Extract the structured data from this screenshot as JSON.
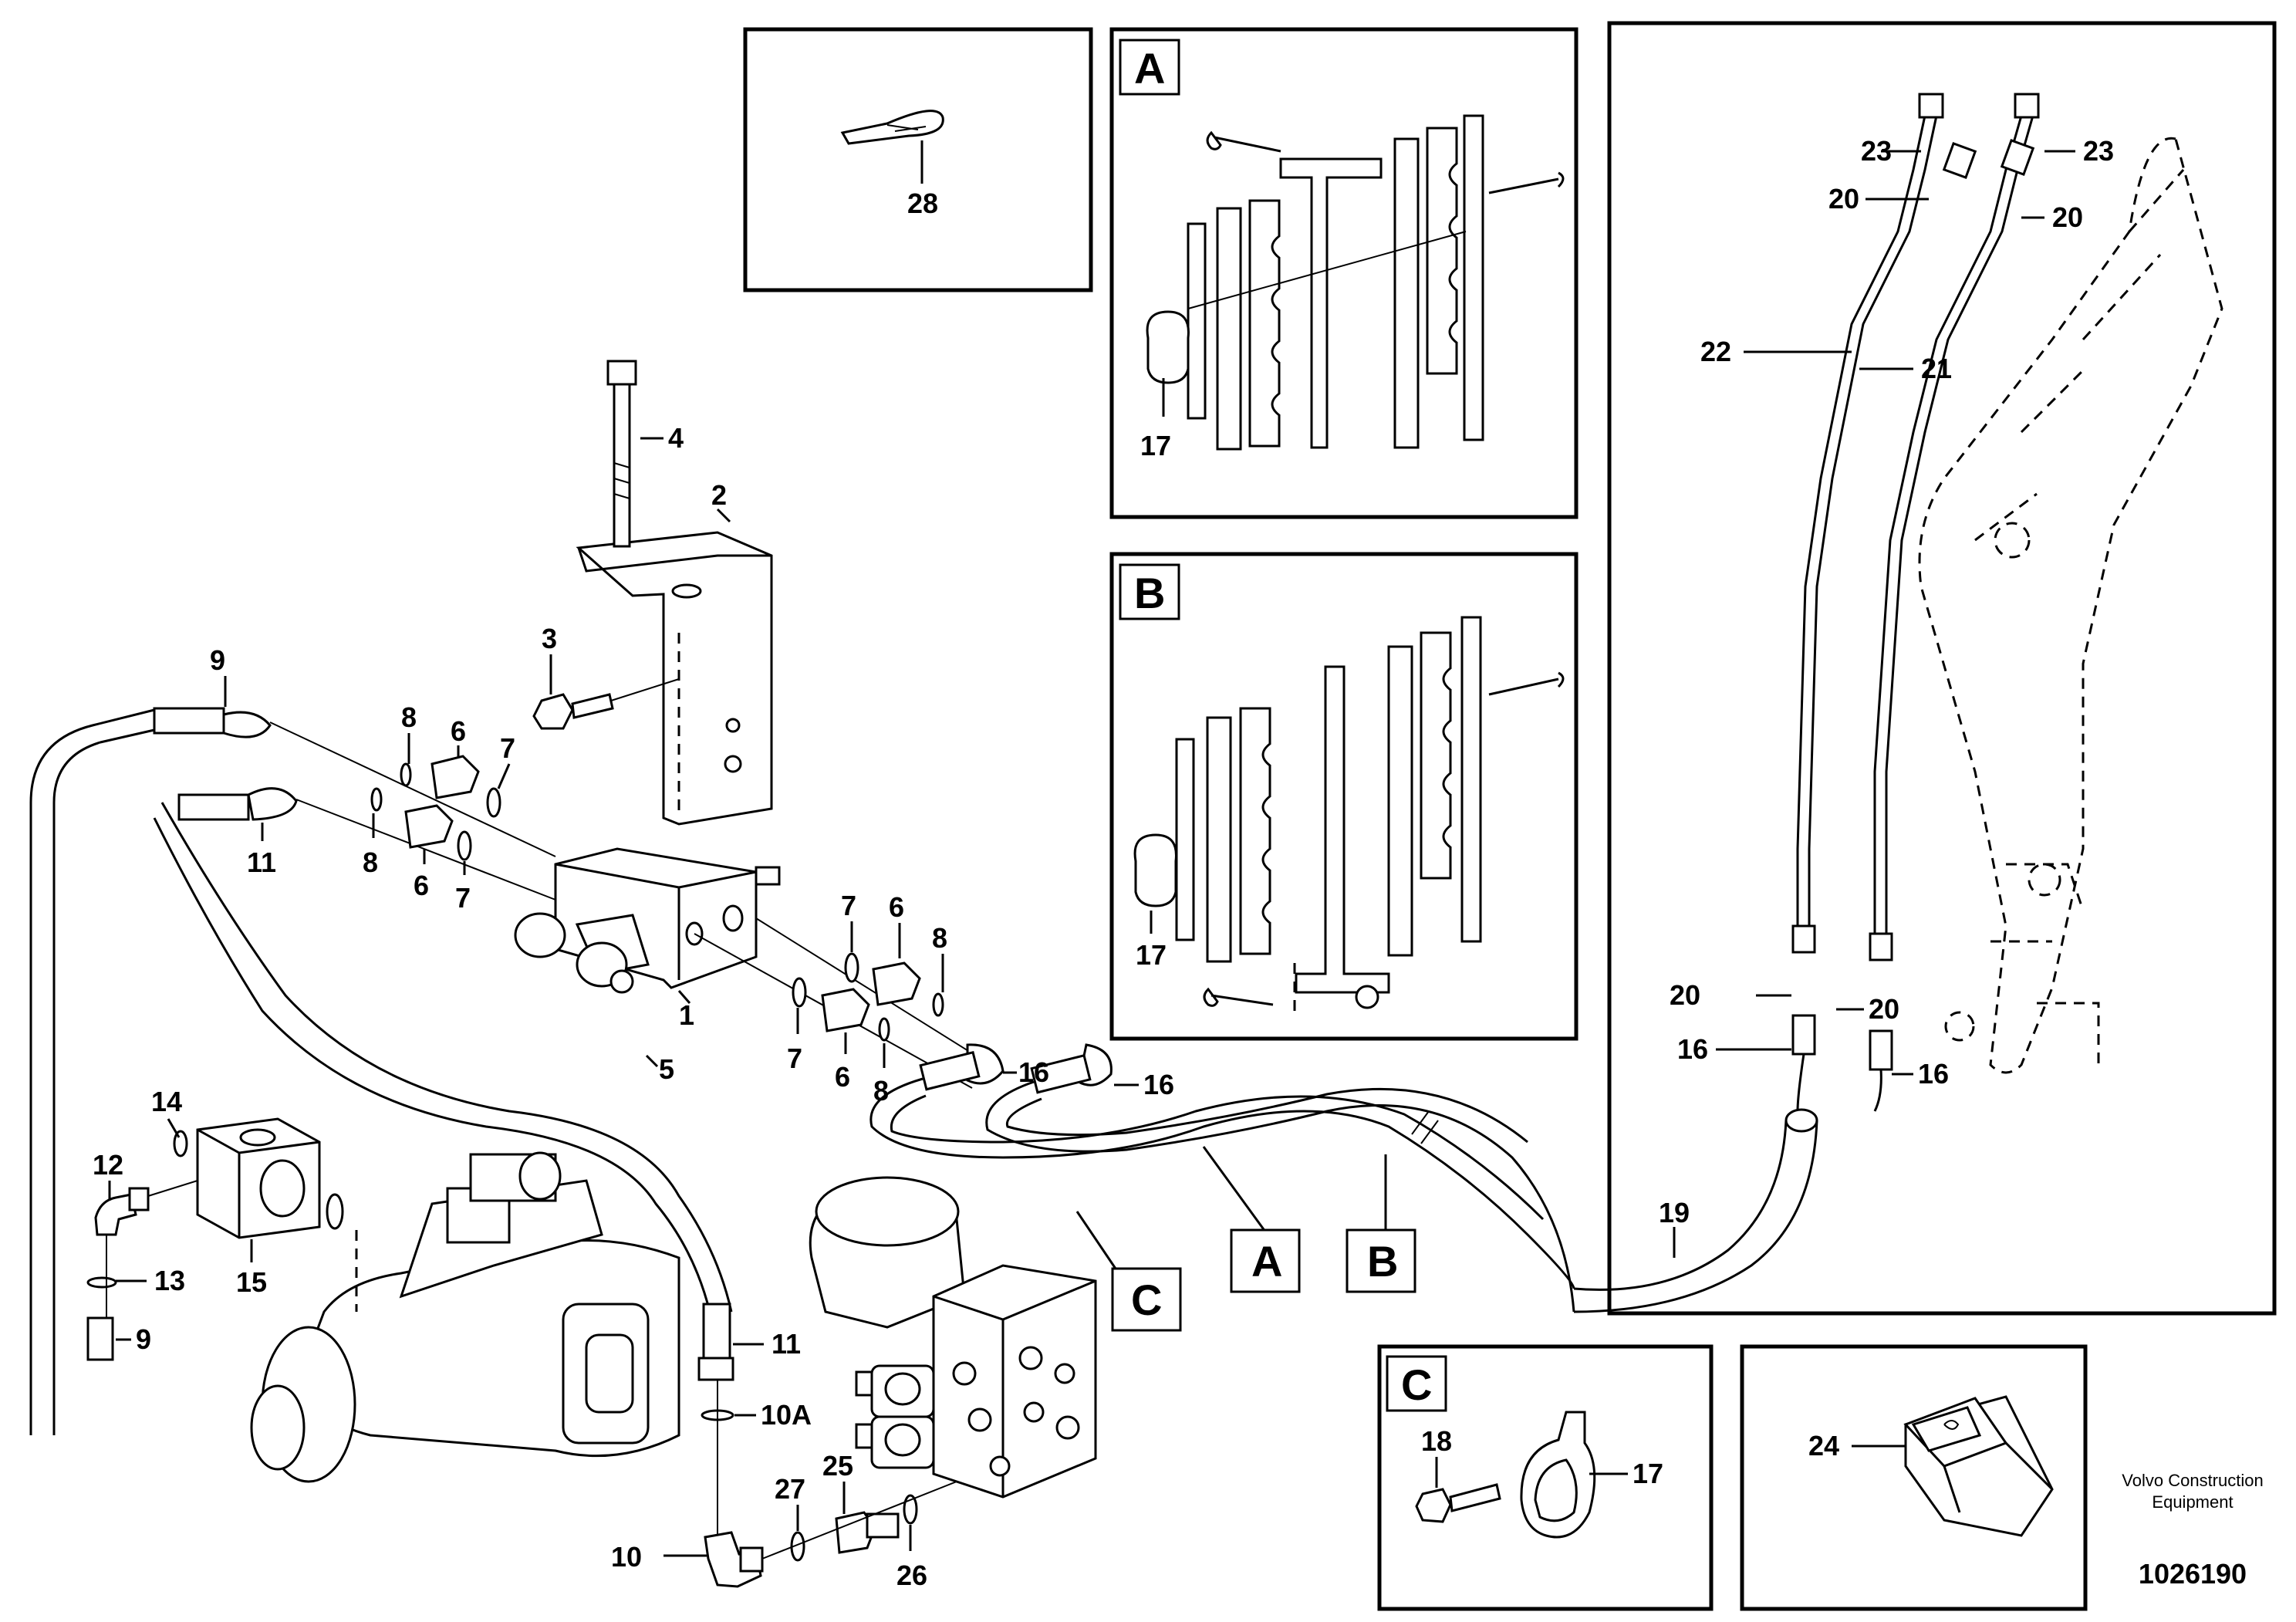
{
  "callouts": {
    "c28": "28",
    "c17a": "17",
    "c17b": "17",
    "c17c": "17",
    "c18": "18",
    "c24": "24",
    "c4": "4",
    "c2": "2",
    "c3": "3",
    "c9a": "9",
    "c9b": "9",
    "c11a": "11",
    "c11b": "11",
    "c8a": "8",
    "c8b": "8",
    "c8c": "8",
    "c8d": "8",
    "c6a": "6",
    "c6b": "6",
    "c6c": "6",
    "c6d": "6",
    "c7a": "7",
    "c7b": "7",
    "c7c": "7",
    "c7d": "7",
    "c1": "1",
    "c5": "5",
    "c16a": "16",
    "c16b": "16",
    "c16c": "16",
    "c16d": "16",
    "c12": "12",
    "c14": "14",
    "c13": "13",
    "c15": "15",
    "c10": "10",
    "c10A": "10A",
    "c27": "27",
    "c25": "25",
    "c26": "26",
    "c19": "19",
    "c20a": "20",
    "c20b": "20",
    "c20c": "20",
    "c20d": "20",
    "c21": "21",
    "c22": "22",
    "c23a": "23",
    "c23b": "23"
  },
  "section_labels": {
    "A_box": "A",
    "B_box": "B",
    "C_box": "C",
    "A_ref": "A",
    "B_ref": "B",
    "C_ref": "C"
  },
  "footer": {
    "company_line1": "Volvo Construction",
    "company_line2": "Equipment",
    "drawing_number": "1026190"
  }
}
